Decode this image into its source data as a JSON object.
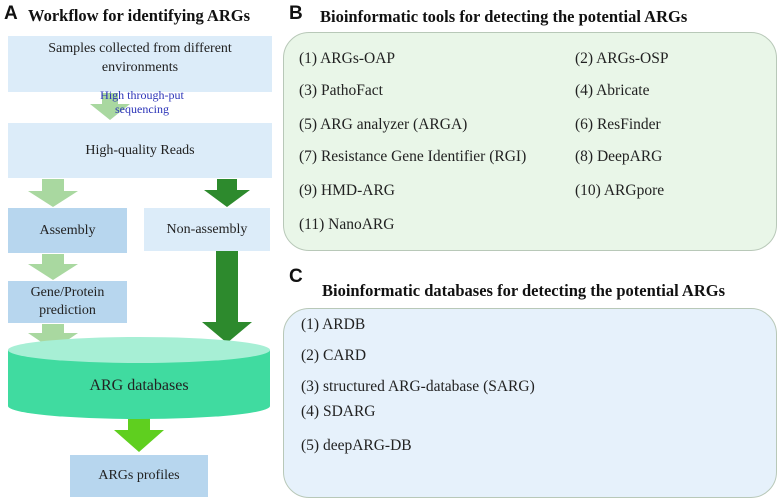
{
  "panel_a": {
    "letter": "A",
    "title": "Workflow for identifying ARGs",
    "samples": "Samples collected from different environments",
    "sequencing": "High through-put sequencing",
    "reads": "High-quality Reads",
    "assembly": "Assembly",
    "non_assembly": "Non-assembly",
    "prediction": "Gene/Protein prediction",
    "databases": "ARG databases",
    "profiles": "ARGs profiles"
  },
  "panel_b": {
    "letter": "B",
    "title": "Bioinformatic tools for detecting the potential ARGs",
    "items": [
      "(1) ARGs-OAP",
      "(2) ARGs-OSP",
      "(3) PathoFact",
      "(4) Abricate",
      "(5) ARG analyzer (ARGA)",
      "(6) ResFinder",
      "(7) Resistance Gene Identifier (RGI)",
      "(8) DeepARG",
      "(9) HMD-ARG",
      "(10) ARGpore",
      "(11) NanoARG"
    ]
  },
  "panel_c": {
    "letter": "C",
    "title": "Bioinformatic databases for detecting the potential ARGs",
    "items": [
      "(1) ARDB",
      "(2) CARD",
      "(3) structured ARG-database (SARG)",
      "(4) SDARG",
      "(5) deepARG-DB"
    ]
  },
  "colors": {
    "light_box": "#dcecf9",
    "mid_box": "#b7d6ee",
    "light_arrow": "#a9d8a0",
    "dark_arrow": "#2d8a2d",
    "bright_arrow": "#5fcf1f",
    "cylinder": "#40dba0",
    "panel_b_bg": "#e9f6e8",
    "panel_c_bg": "#e6f1fb"
  }
}
